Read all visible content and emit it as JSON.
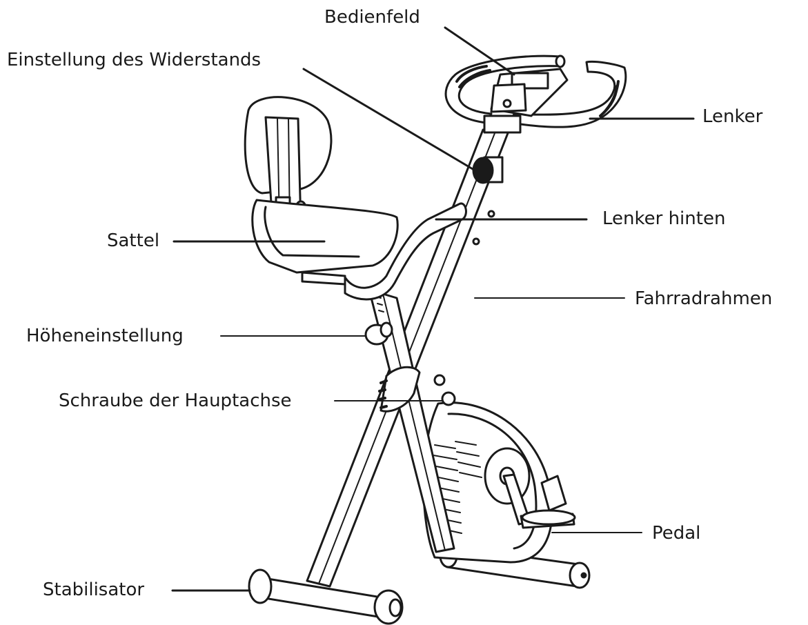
{
  "diagram": {
    "labels": {
      "control_panel": "Bedienfeld",
      "resistance": "Einstellung des Widerstands",
      "handlebar": "Lenker",
      "rear_handlebar": "Lenker hinten",
      "saddle": "Sattel",
      "frame": "Fahrradrahmen",
      "height": "Höheneinstellung",
      "axle_screw": "Schraube der Hauptachse",
      "pedal": "Pedal",
      "stabilizer": "Stabilisator"
    },
    "colors": {
      "line": "#1a1a1a",
      "fill": "#ffffff"
    }
  }
}
